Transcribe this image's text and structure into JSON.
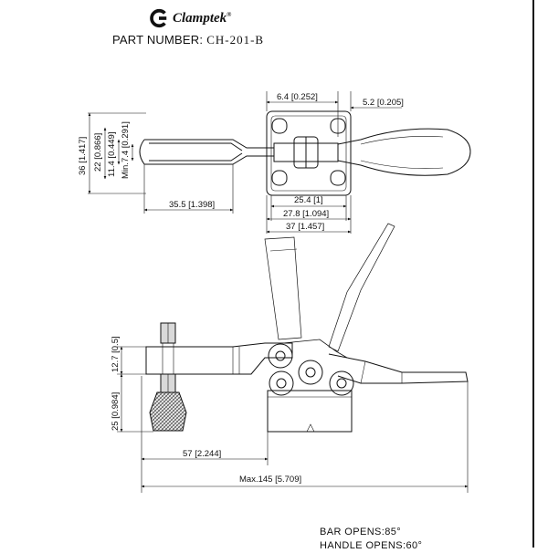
{
  "header": {
    "brand": "Clamptek",
    "trademark": "®",
    "part_label": "PART NUMBER:",
    "part_number": "CH-201-B"
  },
  "top_view_dims": {
    "d_6_4": "6.4 [0.252]",
    "d_5_2": "5.2 [0.205]",
    "d_36": "36 [1.417]",
    "d_22": "22 [0.866]",
    "d_11_4": "11.4 [0.449]",
    "d_7_4": "Min.7.4 [0.291]",
    "d_35_5": "35.5 [1.398]",
    "d_25_4": "25.4 [1]",
    "d_27_8": "27.8 [1.094]",
    "d_37": "37 [1.457]"
  },
  "side_view_dims": {
    "d_12_7": "12.7 [0.5]",
    "d_25": "25 [0.984]",
    "d_57": "57 [2.244]",
    "d_145": "Max.145 [5.709]"
  },
  "notes": {
    "bar_opens": "BAR  OPENS:85°",
    "handle_opens": "HANDLE  OPENS:60°"
  }
}
